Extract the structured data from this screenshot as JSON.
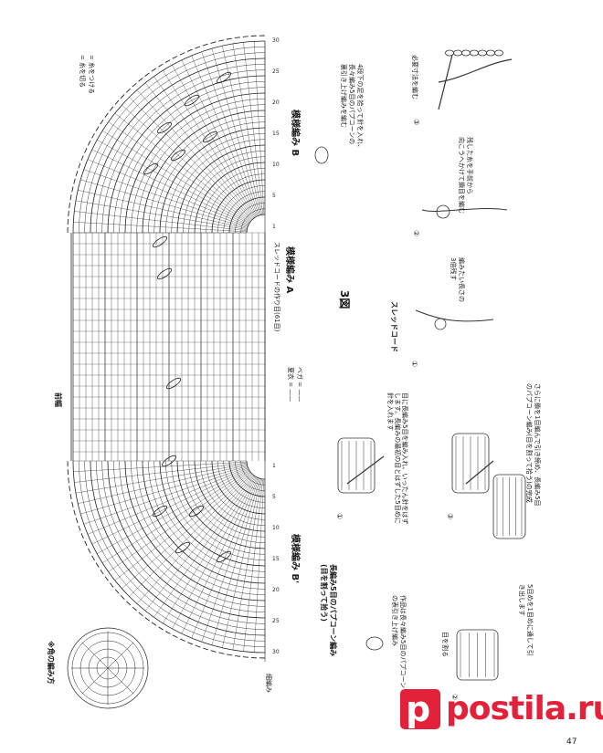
{
  "title": {
    "figure": "3図",
    "front": "前幅"
  },
  "corner": {
    "label": "※角の編み方"
  },
  "patterns": {
    "a": "模様編み A",
    "b": "模様編み B",
    "b_prime": "模様編み B'",
    "cord_chain": "スレッドコードの作り目(61目)"
  },
  "legend": {
    "attach": "= 糸をつける",
    "cut": "= 糸を切る",
    "vega": "ベガ = ——",
    "natsu": "夏衣 = ——"
  },
  "bottom_labels": {
    "left": "細編み"
  },
  "row_numbers_top": [
    "1",
    "5",
    "10",
    "15",
    "20",
    "25",
    "30"
  ],
  "row_numbers_bottom": [
    "1",
    "5",
    "10",
    "15",
    "20",
    "25",
    "30"
  ],
  "puff": {
    "title_1": "長編み5目のパプコーン編み",
    "title_2": "(目を割って拾う)",
    "step1": "目に長編み5目を編み入れ、いったん針をはずします。長編みの最初の目とはずした5目めに針を入れます",
    "step2_1": "作品は長々編み5目のパプコーン",
    "step2_2": "の表引き上げ編み",
    "step3_1": "5目めを1目めに通して引",
    "step3_2": "き出します",
    "step4_1": "さらに鎖を1目編んで引き締め、長編み5目",
    "step4_2": "のパプコーン編み(目を割って拾う)の完成",
    "tag_split": "目を割る",
    "num1": "①",
    "num2": "②",
    "num3": "③"
  },
  "thread": {
    "title": "スレッドコード",
    "step1_1": "編みたい長さの",
    "step1_2": "3倍残す",
    "step2_1": "残した糸を手前から",
    "step2_2": "向こうへかけて鎖目を編む",
    "step3": "必要寸法を編む",
    "num1": "①",
    "num2": "②",
    "num3": "③"
  },
  "note_b": {
    "line1": "4段下の足を拾って針を入れ、",
    "line2": "長々編み5目のパプコーンの",
    "line3": "裏引き上げ編みを編む"
  },
  "logo": {
    "text": "postila.ru"
  },
  "page_number": "47",
  "colors": {
    "ink": "#1b1b1b",
    "logo": "#e4213a",
    "paper": "#ffffff"
  }
}
